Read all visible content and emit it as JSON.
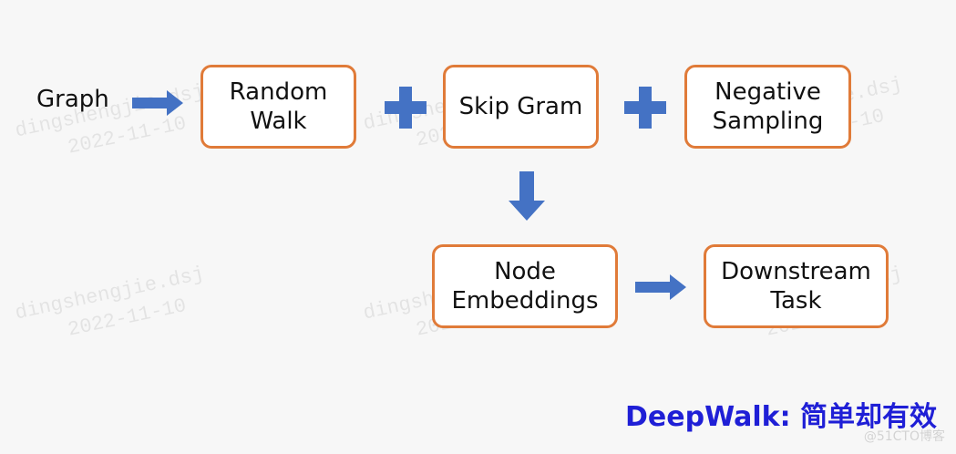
{
  "diagram": {
    "nodes": {
      "graph": "Graph",
      "random_walk": "Random\nWalk",
      "skip_gram": "Skip Gram",
      "negative_sampling": "Negative\nSampling",
      "node_embeddings": "Node\nEmbeddings",
      "downstream_task": "Downstream\nTask"
    },
    "operators": {
      "plus_1": "+",
      "plus_2": "+"
    },
    "edges": [
      {
        "from": "graph",
        "to": "random_walk"
      },
      {
        "from": "skip_gram",
        "to": "node_embeddings"
      },
      {
        "from": "node_embeddings",
        "to": "downstream_task"
      }
    ],
    "footer": "DeepWalk: 简单却有效"
  },
  "watermark": {
    "line1": "dingshengjie.dsj",
    "line2": "2022-11-10",
    "corner": "@51CTO博客"
  },
  "colors": {
    "box_border": "#e07b39",
    "arrow_fill": "#4472c4",
    "footer_text": "#1f1fd6"
  }
}
